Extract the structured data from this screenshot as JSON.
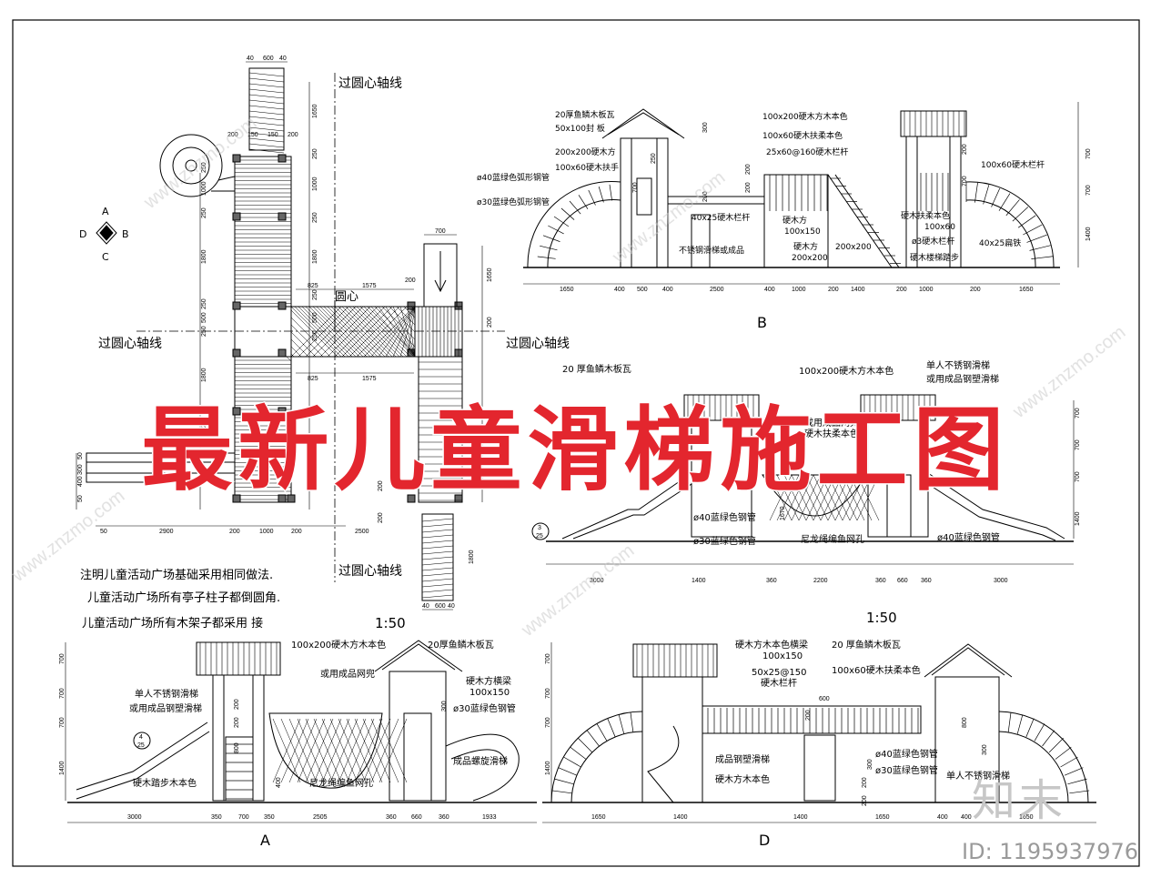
{
  "sheet_title": "最新儿童滑梯施工图",
  "watermark_text": "www.znzmo.com",
  "watermark_brand": "知末",
  "id_label": "ID: 1195937976",
  "colors": {
    "title_red": "#e3262e",
    "line": "#000000",
    "watermark": "#c7c7c7"
  },
  "plan": {
    "axis_label": "过圆心轴线",
    "center_label": "圆心",
    "compass": [
      "A",
      "B",
      "C",
      "D"
    ],
    "scale": "1:50",
    "dims_top": [
      "40",
      "600",
      "40"
    ],
    "dims_mid": [
      "200",
      "150",
      "150",
      "200"
    ],
    "dims_left": [
      "250",
      "1000",
      "250",
      "1800",
      "250",
      "500",
      "250",
      "1800",
      "250"
    ],
    "dims_right": [
      "1650",
      "250",
      "1000",
      "250",
      "1800",
      "250",
      "500",
      "250"
    ],
    "dims_bottom": [
      "50",
      "2900",
      "200",
      "1000",
      "200",
      "2500"
    ],
    "dims_horiz_upper": [
      "825",
      "1575",
      "200"
    ],
    "dims_horiz_lower": [
      "825",
      "1575"
    ],
    "dims_stair": [
      "700",
      "1650",
      "200"
    ],
    "dims_slide_bottom": [
      "40",
      "600",
      "40"
    ],
    "dims_side_right": [
      "1800",
      "200",
      "200"
    ],
    "dims_slide_left": [
      "50",
      "300",
      "400",
      "50"
    ]
  },
  "notes": [
    "注明儿童活动广场基础采用相同做法.",
    "儿童活动广场所有亭子柱子都倒圆角.",
    "儿童活动广场所有木架子都采用 接"
  ],
  "elevB": {
    "label": "B",
    "callouts": [
      "20厚鱼鳞木板瓦",
      "50x100封 板",
      "200x200硬木方",
      "100x60硬木扶手",
      "ø40蓝绿色弧形钢管",
      "ø30蓝绿色弧形钢管",
      "100x200硬木方木本色",
      "100x60硬木扶柔本色",
      "25x60@160硬木栏杆",
      "40x25硬木栏杆",
      "硬木方",
      "100x150",
      "硬木方",
      "200x200",
      "不锈钢滑梯或成品",
      "硬木扶柔本色",
      "100x60",
      "ø3硬木栏杆",
      "硬木楼梯踏步",
      "200x200",
      "40x25扁铁",
      "100x60硬木栏杆"
    ],
    "dims_bottom": [
      "1650",
      "400",
      "500",
      "400",
      "2500",
      "400",
      "1000",
      "200",
      "1400",
      "200",
      "1000",
      "200",
      "1650"
    ],
    "dims_right": [
      "700",
      "700",
      "1400"
    ],
    "dims_inner": [
      "300",
      "250",
      "200",
      "700",
      "200",
      "200",
      "700",
      "200"
    ]
  },
  "elevC": {
    "scale": "1:50",
    "callouts": [
      "20 厚鱼鳞木板瓦",
      "100x200硬木方木本色",
      "单人不锈钢滑梯",
      "或用成品钢塑滑梯",
      "成用成品网兜",
      "硬木扶柔本色",
      "ø40蓝绿色钢管",
      "ø30蓝绿色钢管",
      "尼龙绳编鱼网孔",
      "ø40蓝绿色钢管"
    ],
    "dims_bottom": [
      "3000",
      "1400",
      "360",
      "2200",
      "360",
      "660",
      "360",
      "3000"
    ],
    "dims_right": [
      "700",
      "700",
      "700",
      "1400"
    ],
    "dims_inner": [
      "1670"
    ],
    "detail_tag": [
      "3",
      "25"
    ]
  },
  "elevA": {
    "label": "A",
    "callouts": [
      "100x200硬木方木本色",
      "20厚鱼鳞木板瓦",
      "单人不锈钢滑梯",
      "或用成品钢塑滑梯",
      "或用成品网兜",
      "硬木方横梁",
      "100x150",
      "ø30蓝绿色钢管",
      "硬木踏步木本色",
      "尼龙绳编鱼网孔",
      "成品螺旋滑梯"
    ],
    "dims_bottom": [
      "3000",
      "350",
      "700",
      "350",
      "2505",
      "360",
      "660",
      "360",
      "1933"
    ],
    "dims_left": [
      "700",
      "700",
      "700",
      "1400"
    ],
    "dims_inner": [
      "200",
      "200",
      "800",
      "300",
      "400"
    ],
    "detail_tag": [
      "4",
      "25"
    ]
  },
  "elevD": {
    "label": "D",
    "callouts": [
      "硬木方木本色横梁",
      "100x150",
      "20 厚鱼鳞木板瓦",
      "50x25@150",
      "硬木栏杆",
      "100x60硬木扶柔本色",
      "ø40蓝绿色钢管",
      "ø30蓝绿色钢管",
      "成品钢塑滑梯",
      "硬木方木本色",
      "单人不锈钢滑梯"
    ],
    "dims_bottom": [
      "1650",
      "1400",
      "1400",
      "1650",
      "400",
      "400",
      "1650"
    ],
    "dims_left": [
      "700",
      "700",
      "700",
      "1400"
    ],
    "dims_inner": [
      "600",
      "200",
      "200",
      "200",
      "800",
      "300",
      "300"
    ]
  }
}
